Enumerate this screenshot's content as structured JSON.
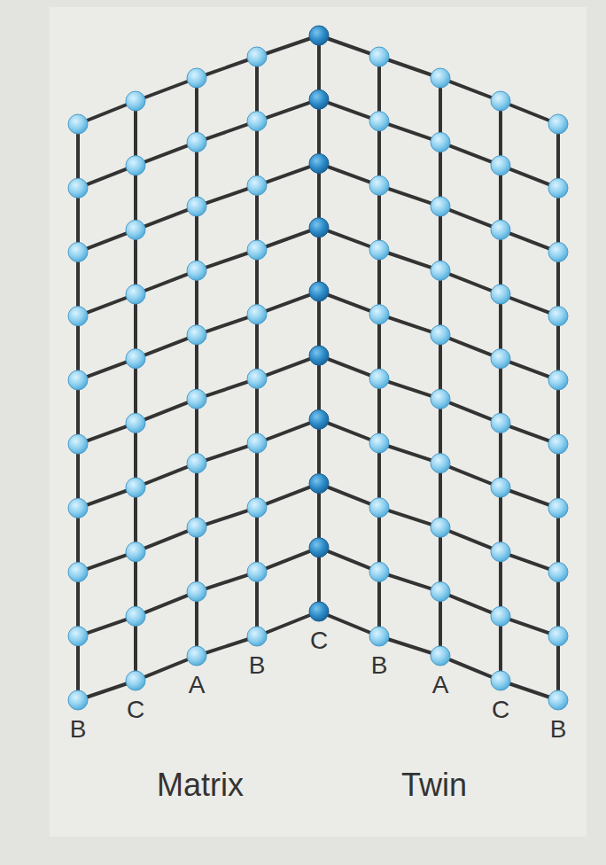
{
  "diagram": {
    "labels": [
      "B",
      "C",
      "A",
      "B",
      "C",
      "B",
      "A",
      "C",
      "B",
      "Matrix",
      "Twin"
    ]
  }
}
